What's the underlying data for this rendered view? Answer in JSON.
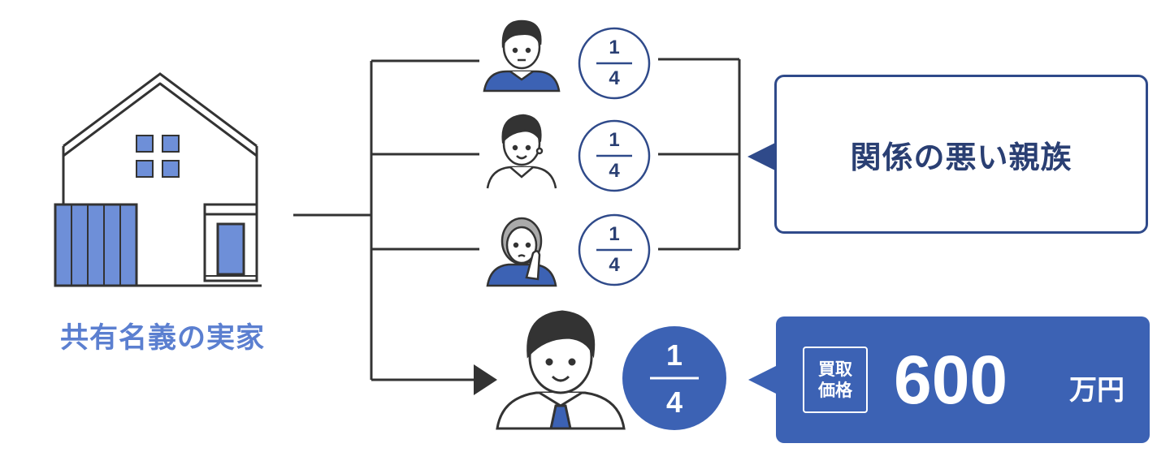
{
  "house": {
    "label": "共有名義の実家"
  },
  "owners": [
    {
      "id": "owner-1",
      "icon": "man-icon",
      "share_numerator": "1",
      "share_denominator": "4"
    },
    {
      "id": "owner-2",
      "icon": "young-man-icon",
      "share_numerator": "1",
      "share_denominator": "4"
    },
    {
      "id": "owner-3",
      "icon": "worried-woman-icon",
      "share_numerator": "1",
      "share_denominator": "4"
    },
    {
      "id": "owner-4",
      "icon": "businessman-icon",
      "share_numerator": "1",
      "share_denominator": "4"
    }
  ],
  "callout": {
    "text": "関係の悪い親族"
  },
  "price": {
    "tag_line1": "買取",
    "tag_line2": "価格",
    "value": "600",
    "unit": "万円"
  },
  "colors": {
    "accent": "#3c62b4",
    "navy": "#2a3f73",
    "label_blue": "#5b7fd0",
    "line": "#333333",
    "skin": "#ffffff"
  }
}
